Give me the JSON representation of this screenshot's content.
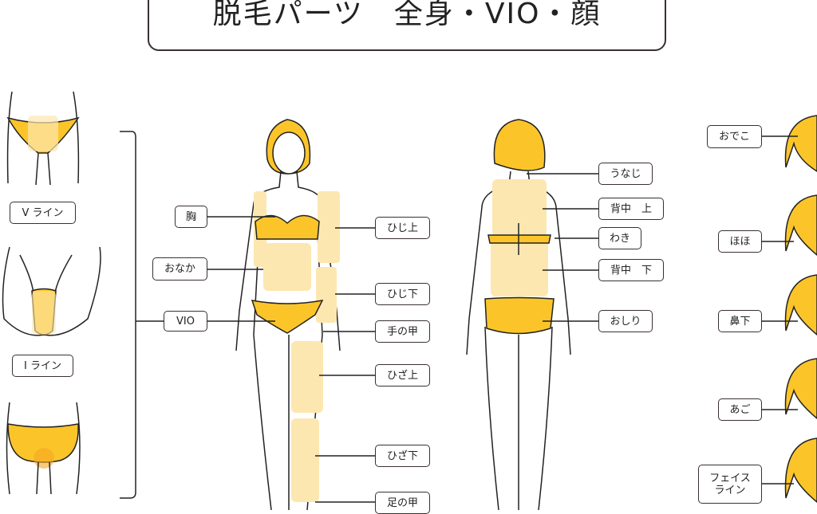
{
  "title": "脱毛パーツ　全身・VIO・顔",
  "colors": {
    "yellow": "#fbc52a",
    "highlight": "#fde7b0",
    "line": "#222222"
  },
  "vio": {
    "v_line": "V ライン",
    "i_line": "I ライン",
    "group": "VIO"
  },
  "front": {
    "chest": "胸",
    "belly": "おなか",
    "vio": "VIO",
    "upper_arm": "ひじ上",
    "forearm": "ひじ下",
    "back_of_hand": "手の甲",
    "thigh": "ひざ上",
    "lower_leg": "ひざ下",
    "top_of_foot": "足の甲"
  },
  "back": {
    "nape": "うなじ",
    "upper_back": "背中　上",
    "underarm": "わき",
    "lower_back": "背中　下",
    "buttocks": "おしり"
  },
  "face": {
    "forehead": "おでこ",
    "cheeks": "ほほ",
    "under_nose": "鼻下",
    "chin": "あご",
    "face_line": "フェイス\nライン"
  }
}
